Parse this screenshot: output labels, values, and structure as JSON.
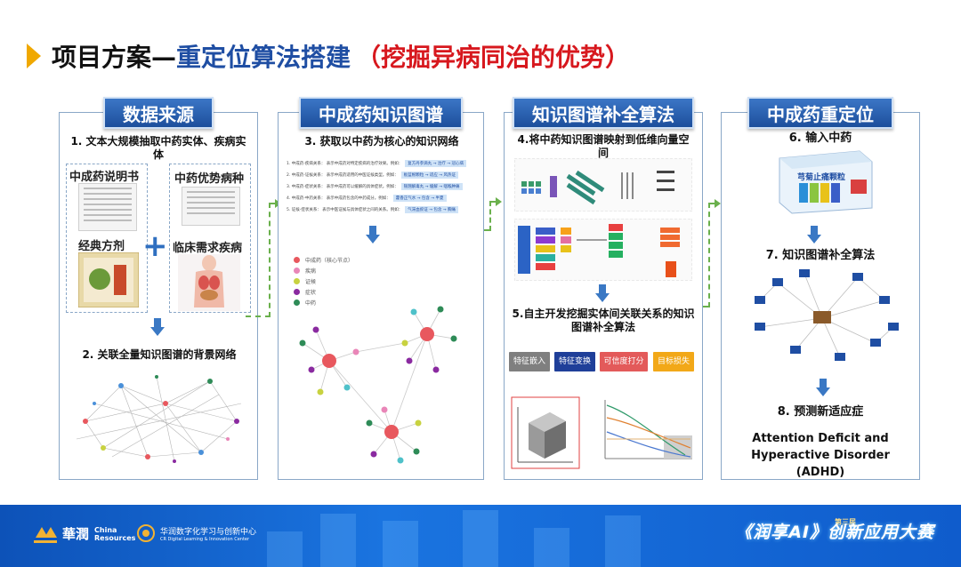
{
  "title": {
    "main": "项目方案—",
    "sub": "重定位算法搭建",
    "note": "（挖掘异病同治的优势）"
  },
  "panels": [
    {
      "head": "数据来源",
      "step1": "1. 文本大规模抽取中药实体、疾病实体",
      "sources": [
        "中成药说明书",
        "中药优势病种",
        "经典方剂",
        "临床需求疾病"
      ],
      "step2": "2. 关联全量知识图谱的背景网络"
    },
    {
      "head": "中成药知识图谱",
      "step3": "3. 获取以中药为核心的知识网络",
      "relations": [
        {
          "text": "1. 中成药-疾病关系： 表示中成药对特定疾病的治疗效果。例如：",
          "example": "复方丹参滴丸 → 治疗 → 冠心病"
        },
        {
          "text": "2. 中成药-证候关系： 表示中成药适用的中医证候类型。例如：",
          "example": "板蓝根颗粒 → 适应 → 风热证"
        },
        {
          "text": "3. 中成药-症状关系： 表示中成药可以缓解的具体症状。例如：",
          "example": "银翘解毒丸 → 缓解 → 咽喉肿痛"
        },
        {
          "text": "4. 中成药-中药关系： 表示中成药包含的中药成分。例如：",
          "example": "藿香正气水 → 包含 → 半夏"
        },
        {
          "text": "5. 证候-症状关系： 表示中医证候与具体症状之间的关系。例如：",
          "example": "气滞血瘀证 → 包含 → 胸痛"
        }
      ],
      "legend": [
        {
          "label": "中成药（核心节点）",
          "color": "#e8585e"
        },
        {
          "label": "疾病",
          "color": "#e986b8"
        },
        {
          "label": "证候",
          "color": "#c8d240"
        },
        {
          "label": "症状",
          "color": "#8a2aa0"
        },
        {
          "label": "中药",
          "color": "#2e8b57"
        }
      ]
    },
    {
      "head": "知识图谱补全算法",
      "step4": "4.将中药知识图谱映射到低维向量空间",
      "step5": "5.自主开发挖掘实体间关联关系的知识图谱补全算法",
      "chips": [
        {
          "label": "特征嵌入",
          "color": "#7f7f7f"
        },
        {
          "label": "特征变换",
          "color": "#1f3f99"
        },
        {
          "label": "可信度打分",
          "color": "#e35a5a"
        },
        {
          "label": "目标损失",
          "color": "#f2a818"
        }
      ]
    },
    {
      "head": "中成药重定位",
      "step6": "6. 输入中药",
      "drug_name": "芎菊止痛颗粒",
      "step7": "7. 知识图谱补全算法",
      "step8": "8. 预测新适应症",
      "result": "Attention Deficit and Hyperactive Disorder (ADHD)"
    }
  ],
  "footer": {
    "brand_cn": "華潤",
    "brand_en_1": "China",
    "brand_en_2": "Resources",
    "center_cn": "华润数字化学习与创新中心",
    "center_en": "CR Digital Learning & Innovation Center",
    "event": "《润享AI》创新应用大赛",
    "badge": "第三届"
  },
  "colors": {
    "brand_blue": "#1f4ea3",
    "accent_red": "#d7181e",
    "accent_gold": "#f0a800",
    "connector_green": "#6ab04c"
  }
}
